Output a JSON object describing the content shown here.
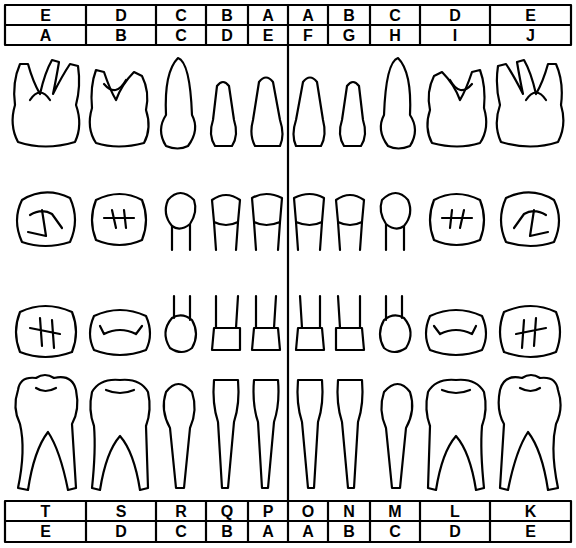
{
  "diagram": {
    "labels": [
      "E",
      "D",
      "C",
      "B",
      "A",
      "A",
      "B",
      "C",
      "D",
      "E",
      "A",
      "B",
      "C",
      "D",
      "E",
      "F",
      "G",
      "H",
      "I",
      "J",
      "T",
      "S",
      "R",
      "Q",
      "P",
      "O",
      "N",
      "M",
      "L",
      "K",
      "E",
      "D",
      "C",
      "B",
      "A",
      "A",
      "B",
      "C",
      "D",
      "E"
    ]
  }
}
